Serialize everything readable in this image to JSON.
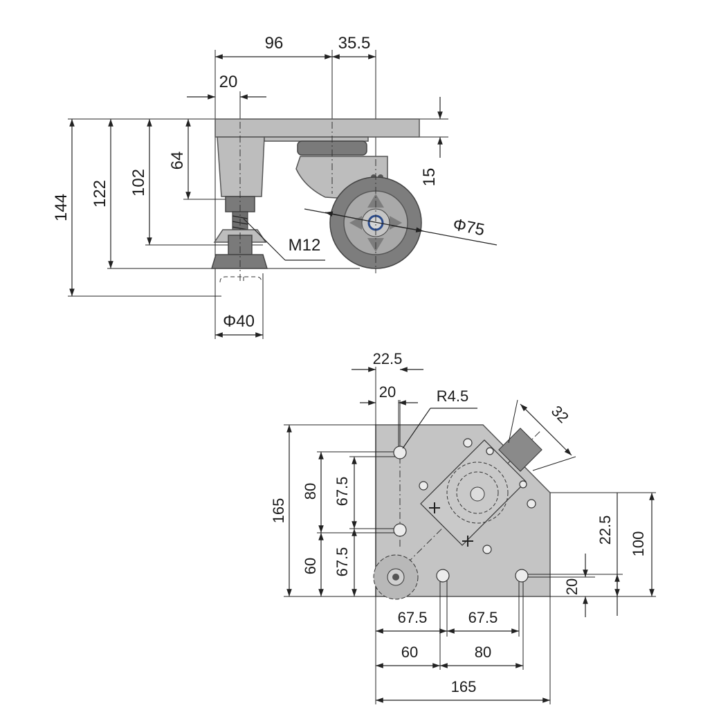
{
  "side_view": {
    "dims": {
      "d96": "96",
      "d35_5": "35.5",
      "d20": "20",
      "d144": "144",
      "d122": "122",
      "d102": "102",
      "d64": "64",
      "d15": "15",
      "phi75": "Φ75",
      "m12": "M12",
      "phi40": "Φ40"
    }
  },
  "top_view": {
    "dims": {
      "d22_5_top": "22.5",
      "d20_top": "20",
      "r4_5": "R4.5",
      "d32": "32",
      "d165_left": "165",
      "d80_left": "80",
      "d67_5_left_upper": "67.5",
      "d60_left": "60",
      "d67_5_left_lower": "67.5",
      "d22_5_right": "22.5",
      "d100_right": "100",
      "d20_right": "20",
      "d67_5_bottom_a": "67.5",
      "d67_5_bottom_b": "67.5",
      "d60_bottom": "60",
      "d80_bottom": "80",
      "d165_bottom": "165"
    }
  }
}
